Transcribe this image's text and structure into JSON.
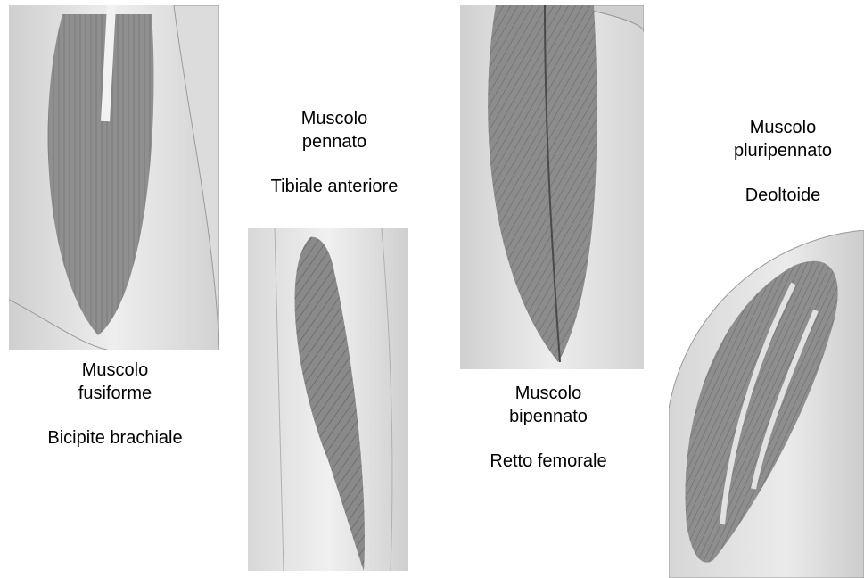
{
  "figures": [
    {
      "type_label_line1": "Muscolo",
      "type_label_line2": "fusiforme",
      "example": "Bicipite brachiale"
    },
    {
      "type_label_line1": "Muscolo",
      "type_label_line2": "pennato",
      "example": "Tibiale anteriore"
    },
    {
      "type_label_line1": "Muscolo",
      "type_label_line2": "bipennato",
      "example": "Retto femorale"
    },
    {
      "type_label_line1": "Muscolo",
      "type_label_line2": "pluripennato",
      "example": "Deoltoide"
    }
  ]
}
